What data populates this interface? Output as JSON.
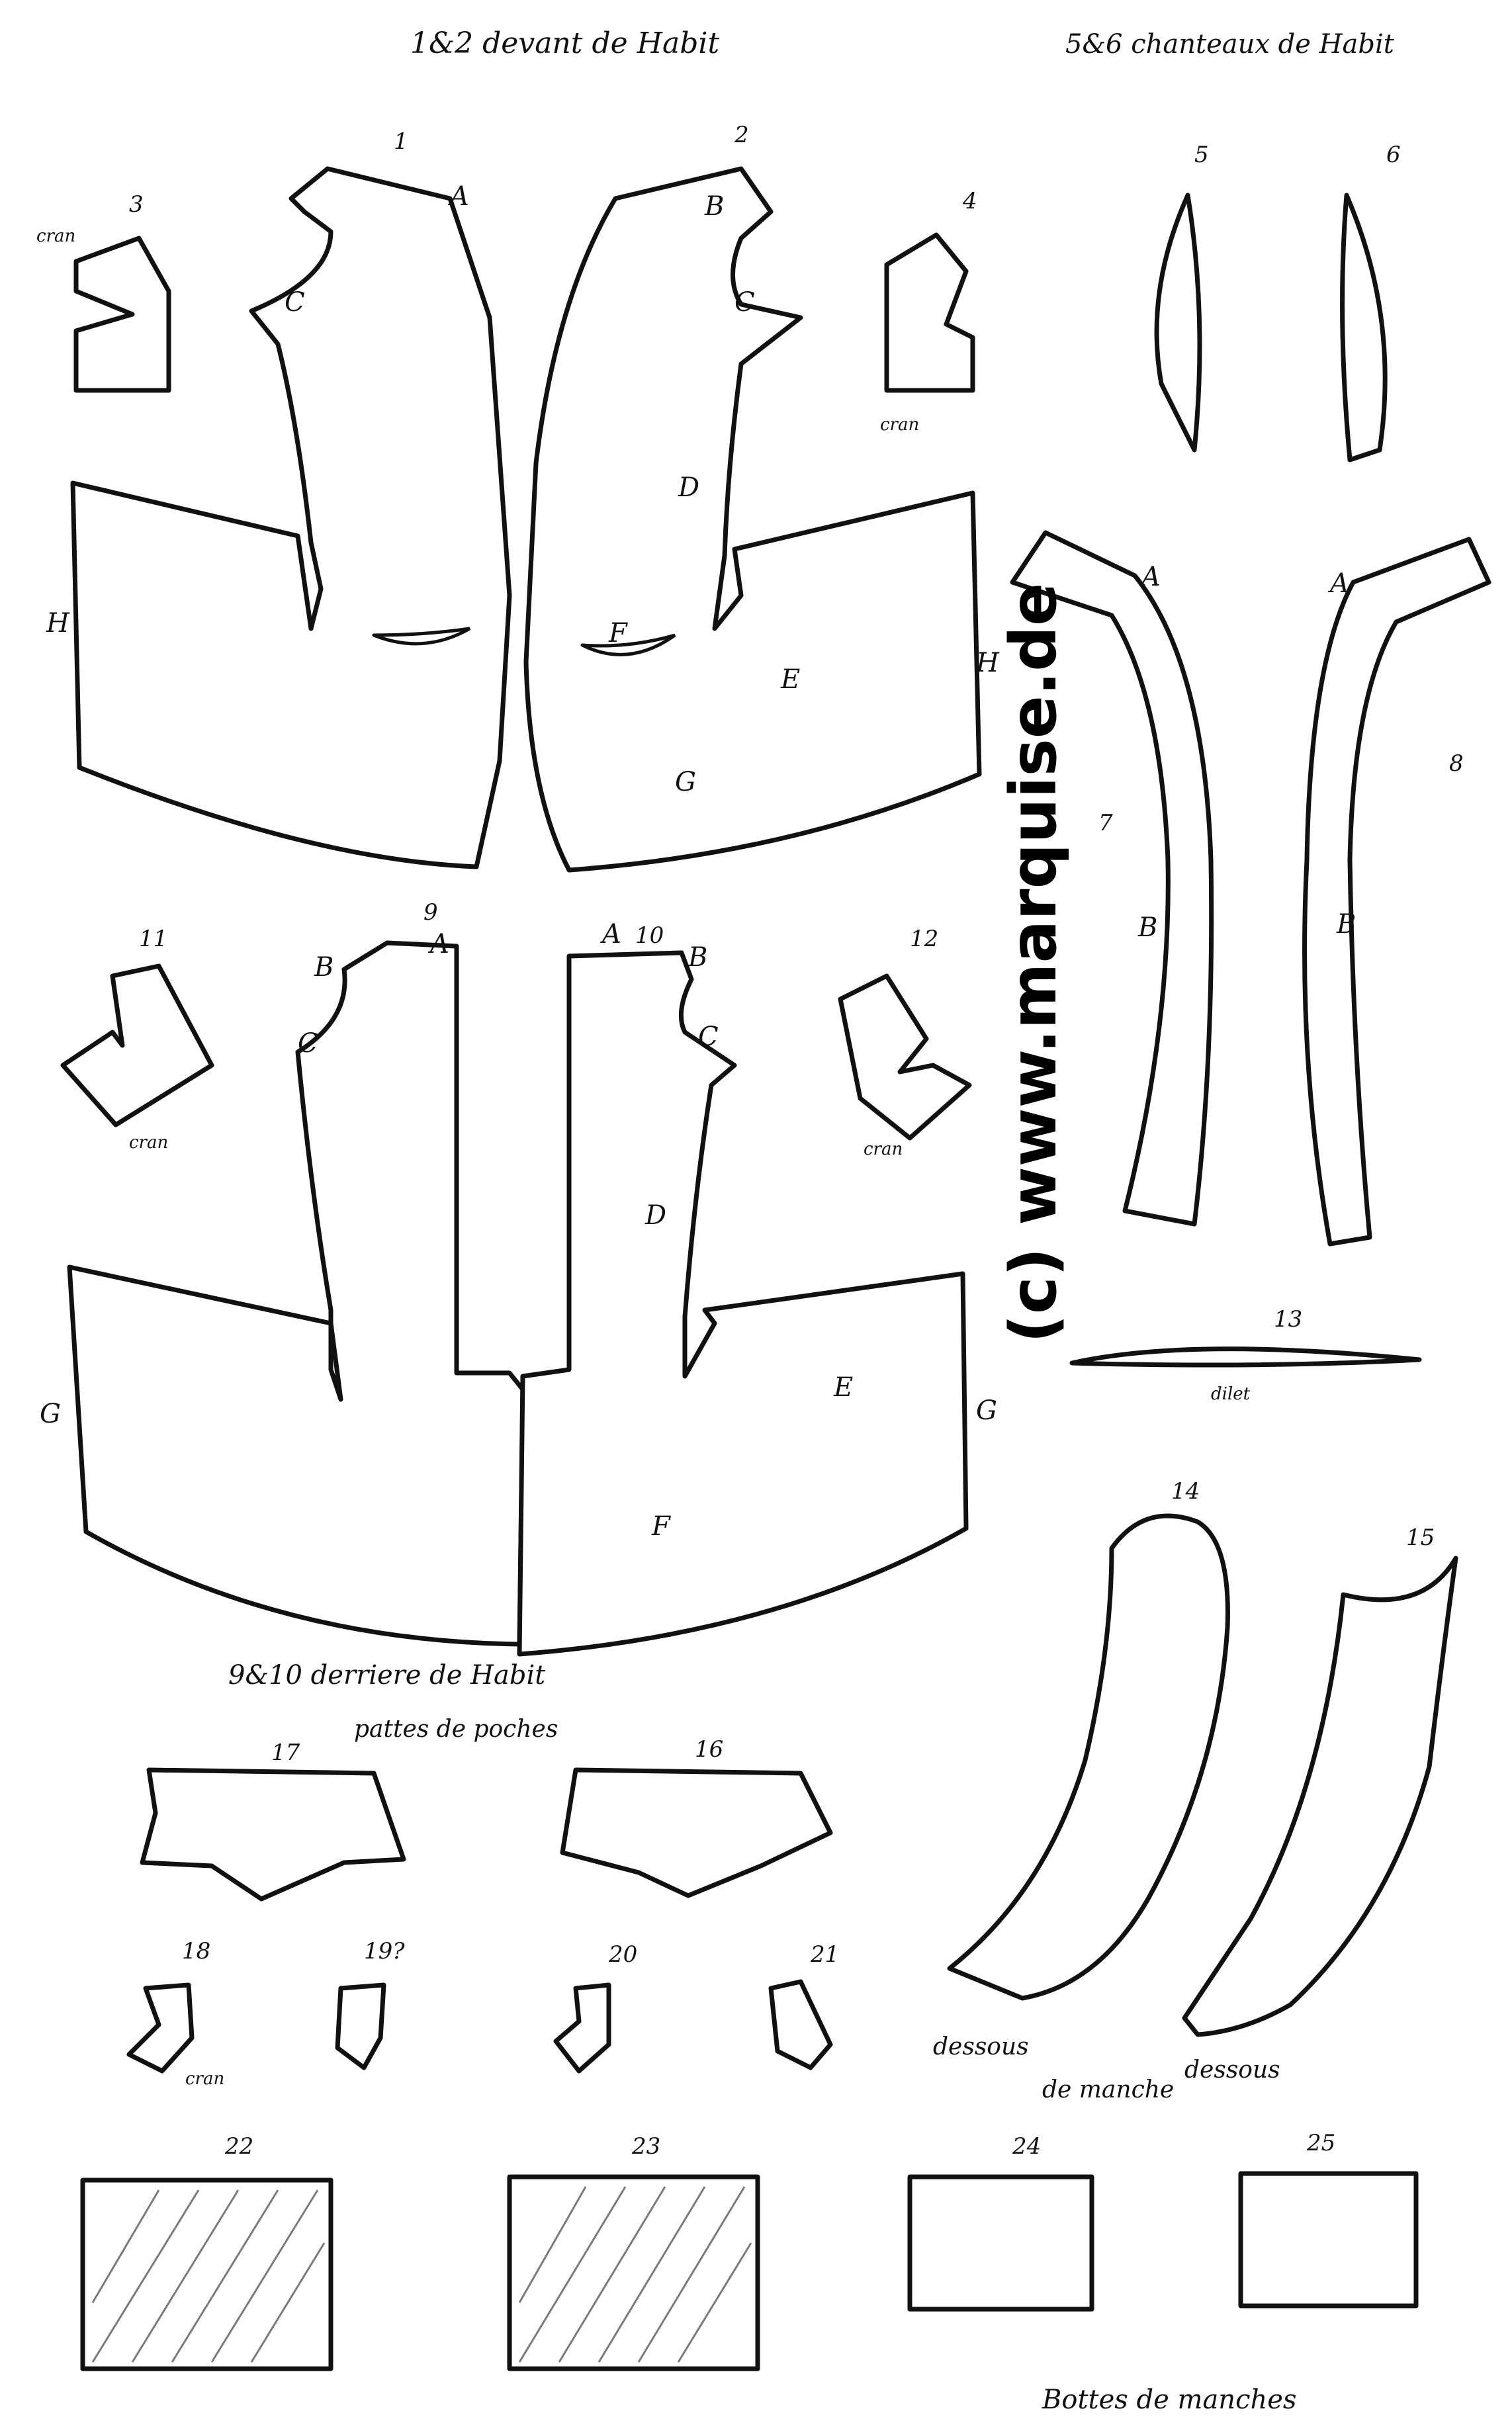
{
  "headings": {
    "front": "1&2 devant de Habit",
    "collar": "5&6 chanteaux de Habit",
    "back": "9&10 derriere de Habit",
    "pocket_flaps": "pattes de poches",
    "sleeve_under_left": "dessous",
    "sleeve_under_right": "dessous",
    "sleeve": "de manche",
    "sleeve_bottoms": "Bottes de manches"
  },
  "watermark": "(c) www.marquise.de",
  "piece_numbers": {
    "p1": "1",
    "p2": "2",
    "p3": "3",
    "p4": "4",
    "p5": "5",
    "p6": "6",
    "p7": "7",
    "p8": "8",
    "p9": "9",
    "p10": "10",
    "p11": "11",
    "p12": "12",
    "p13": "13",
    "p14": "14",
    "p15": "15",
    "p16": "16",
    "p17": "17",
    "p18": "18",
    "p19": "19?",
    "p20": "20",
    "p21": "21",
    "p22": "22",
    "p23": "23",
    "p24": "24",
    "p25": "25"
  },
  "notes": {
    "cran_3": "cran",
    "cran_4": "cran",
    "cran_11": "cran",
    "cran_12": "cran",
    "cran_18": "cran",
    "dilet_13": "dilet"
  },
  "letters": {
    "A": "A",
    "B": "B",
    "C": "C",
    "D": "D",
    "E": "E",
    "F": "F",
    "G": "G",
    "H": "H"
  }
}
